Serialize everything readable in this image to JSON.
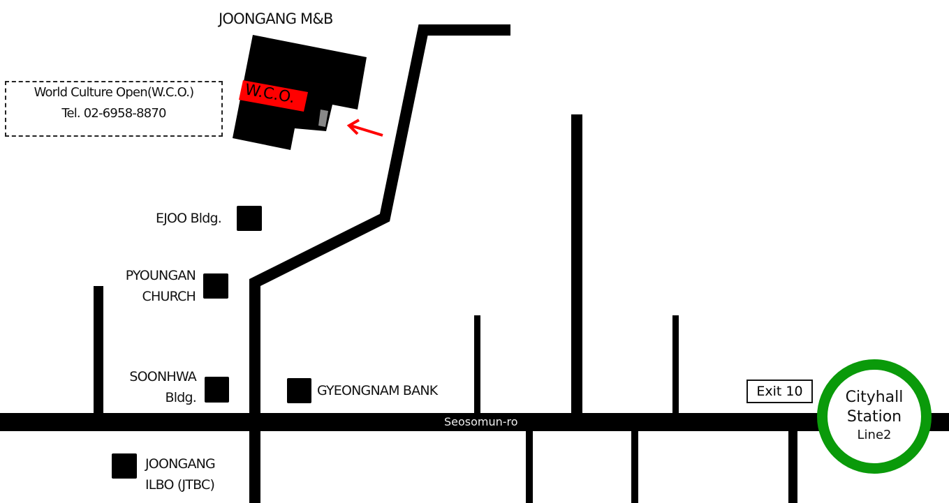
{
  "map": {
    "title": "JOONGANG M&B",
    "highlight_building": {
      "label": "W.C.O.",
      "color": "#ff0000"
    },
    "info_box": {
      "name": "World Culture Open(W.C.O.)",
      "tel": "Tel. 02-6958-8870"
    },
    "landmarks": [
      {
        "label": "EJOO Bldg."
      },
      {
        "label_line1": "PYOUNGAN",
        "label_line2": "CHURCH"
      },
      {
        "label_line1": "SOONHWA",
        "label_line2": "Bldg."
      },
      {
        "label": "GYEONGNAM BANK"
      },
      {
        "label_line1": "JOONGANG",
        "label_line2": "ILBO (JTBC)"
      }
    ],
    "road": {
      "name": "Seosomun-ro"
    },
    "exit": {
      "label": "Exit 10"
    },
    "station": {
      "line1": "Cityhall",
      "line2": "Station",
      "line3": "Line2",
      "color": "#0a9a0a"
    },
    "entrance_arrow": {
      "color": "#ff0000",
      "icon": "arrow-up-left-icon"
    }
  }
}
